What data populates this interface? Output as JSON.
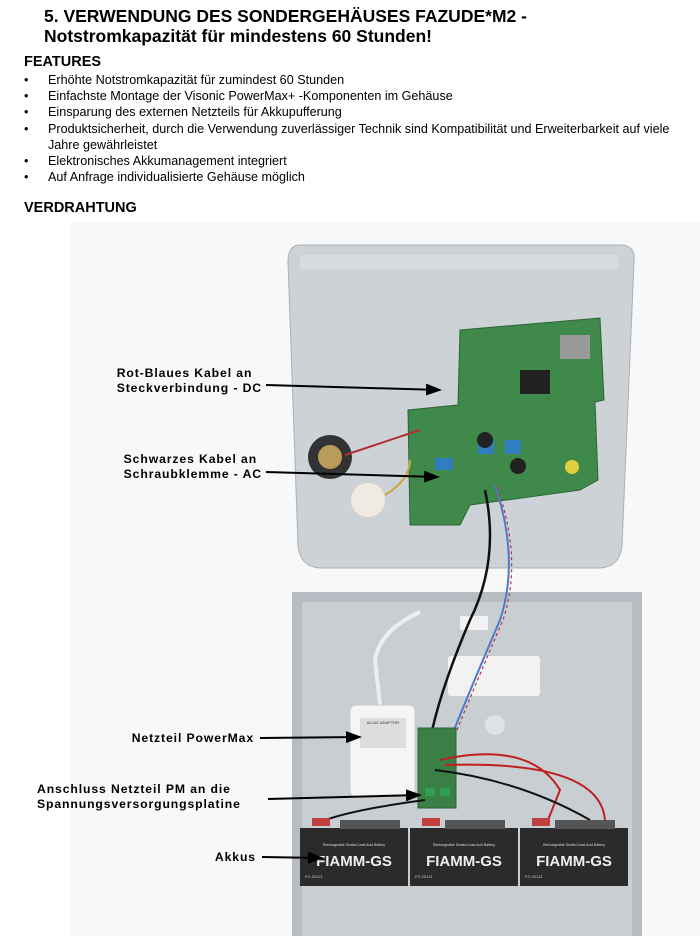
{
  "title": {
    "line1": "5. VERWENDUNG DES SONDERGEHÄUSES FAZUDE*M2 -",
    "line2": "Notstromkapazität für mindestens 60 Stunden!"
  },
  "features": {
    "heading": "FEATURES",
    "items": [
      "Erhöhte Notstromkapazität für zumindest 60 Stunden",
      "Einfachste Montage der Visonic PowerMax+ -Komponenten im Gehäuse",
      "Einsparung des externen Netzteils für Akkupufferung",
      "Produktsicherheit, durch die Verwendung zuverlässiger Technik sind Kompatibilität und Erweiterbarkeit auf viele Jahre gewährleistet",
      "Elektronisches Akkumanagement integriert",
      "Auf Anfrage individualisierte Gehäuse möglich"
    ]
  },
  "wiring": {
    "heading": "VERDRAHTUNG",
    "labels": {
      "red_blue_1": "Rot-Blaues Kabel an",
      "red_blue_2": "Steckverbindung - DC",
      "black_1": "Schwarzes Kabel an",
      "black_2": "Schraubklemme - AC",
      "psu": "Netzteil PowerMax",
      "conn_1": "Anschluss Netzteil PM an die",
      "conn_2": "Spannungsversorgungsplatine",
      "batteries": "Akkus"
    },
    "photo_text": {
      "battery_brand": "FIAMM-GS",
      "battery_type": "Rechargeable Sealed Lead Acid Battery",
      "battery_model": "FG 20121",
      "adapter": "AC/AC ADAPTOR"
    }
  }
}
